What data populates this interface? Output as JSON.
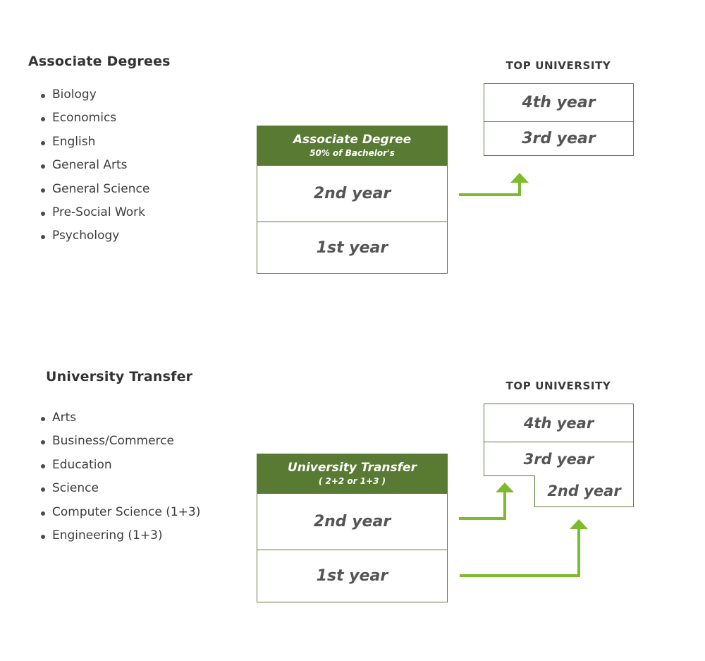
{
  "associate": {
    "heading": "Associate Degrees",
    "items": [
      "Biology",
      "Economics",
      "English",
      "General Arts",
      "General Science",
      "Pre-Social Work",
      "Psychology"
    ],
    "header_title": "Associate Degree",
    "header_sub": "50% of Bachelor's",
    "year2": "2nd year",
    "year1": "1st year",
    "uni_label": "TOP UNIVERSITY",
    "uni_year4": "4th year",
    "uni_year3": "3rd year"
  },
  "transfer": {
    "heading": "University Transfer",
    "items": [
      "Arts",
      "Business/Commerce",
      "Education",
      "Science",
      "Computer Science (1+3)",
      "Engineering (1+3)"
    ],
    "header_title": "University Transfer",
    "header_sub": "( 2+2 or 1+3 )",
    "year2": "2nd year",
    "year1": "1st year",
    "uni_label": "TOP UNIVERSITY",
    "uni_year4": "4th year",
    "uni_year3": "3rd year",
    "uni_year2": "2nd year"
  },
  "colors": {
    "header_green": "#587a32",
    "border_green": "#5b7c34",
    "arrow_green": "#7cbb2c"
  }
}
